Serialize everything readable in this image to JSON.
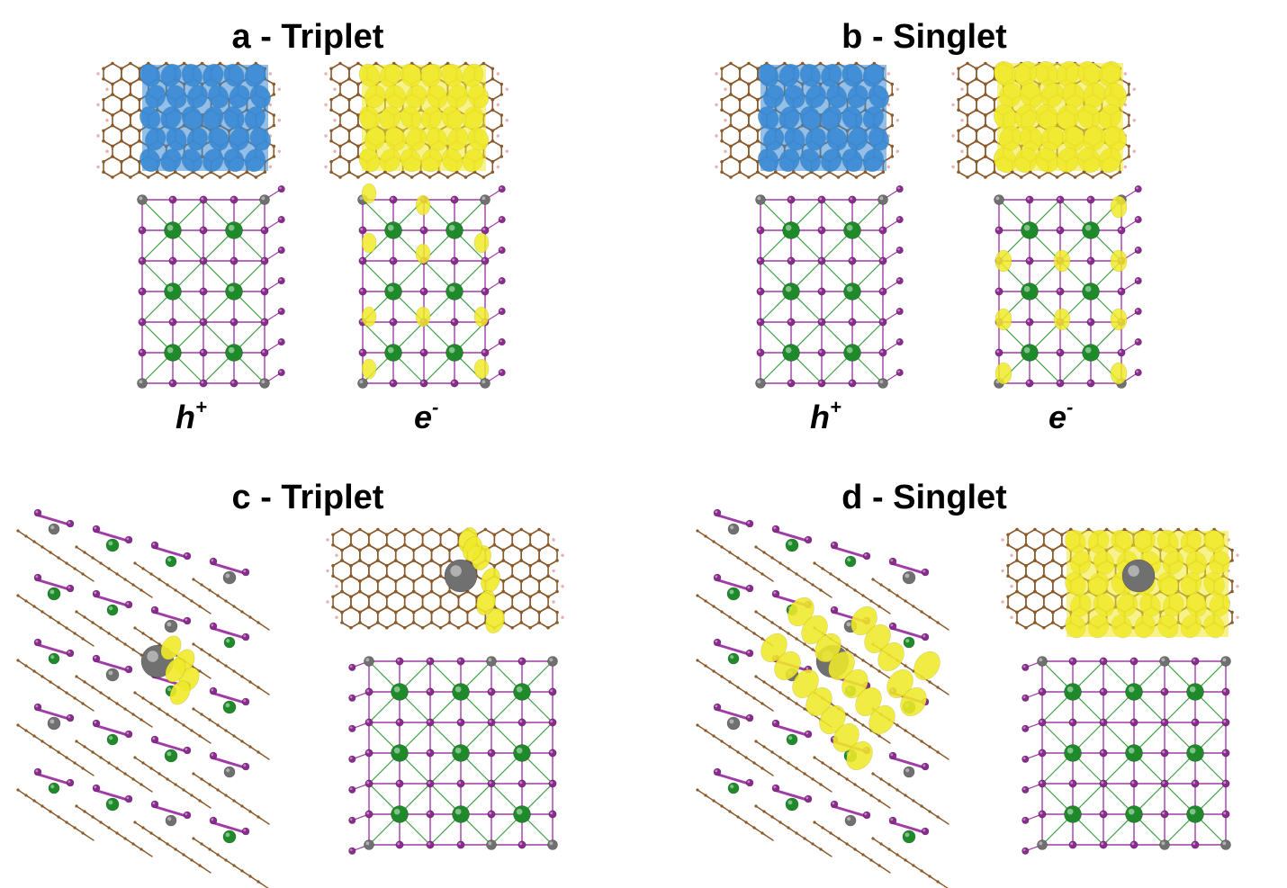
{
  "panels": {
    "a": {
      "title": "a - Triplet",
      "hole_label": "h",
      "hole_sup": "+",
      "electron_label": "e",
      "electron_sup": "-"
    },
    "b": {
      "title": "b - Singlet",
      "hole_label": "h",
      "hole_sup": "+",
      "electron_label": "e",
      "electron_sup": "-"
    },
    "c": {
      "title": "c - Triplet"
    },
    "d": {
      "title": "d - Singlet"
    }
  },
  "colors": {
    "hole_density": "#3b8bd6",
    "electron_density": "#f0ea2a",
    "carbon": "#8b5a2b",
    "hydrogen": "#e8b0b0",
    "halide": "#8b2a8f",
    "metal_green": "#1e8a2a",
    "metal_grey": "#707070",
    "bond_magenta": "#a03ca8",
    "bond_green": "#3aa040"
  }
}
